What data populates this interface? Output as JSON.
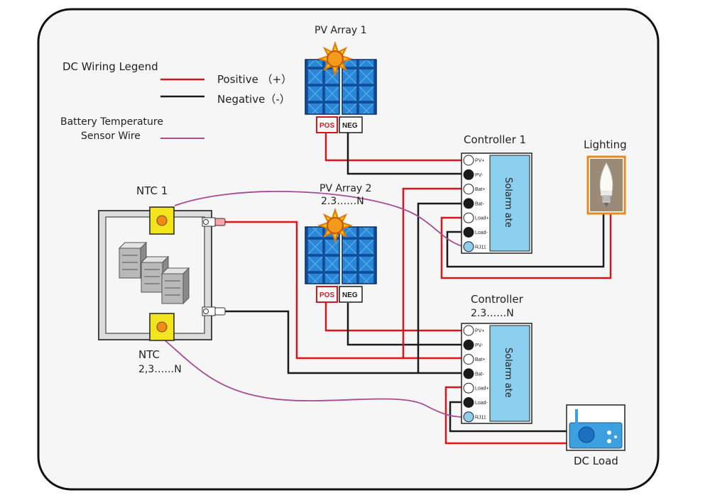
{
  "legend": {
    "title": "DC Wiring Legend",
    "positive": "Positive （+）",
    "negative": "Negative（-）",
    "sensor_line1": "Battery Temperature",
    "sensor_line2": "Sensor Wire"
  },
  "pv_array_1": {
    "title": "PV Array 1",
    "pos": "POS",
    "neg": "NEG"
  },
  "pv_array_2": {
    "title_line1": "PV Array 2",
    "title_line2": "2.3……N",
    "pos": "POS",
    "neg": "NEG"
  },
  "controller_1": {
    "title": "Controller 1",
    "display": "Solarm ate",
    "terminals": [
      "PV+",
      "PV-",
      "Bat+",
      "Bat-",
      "Load+",
      "Load-",
      "RJ11"
    ]
  },
  "controller_n": {
    "title_line1": "Controller",
    "title_line2": "2.3……N",
    "display": "Solarm ate",
    "terminals": [
      "PV+",
      "PV-",
      "Bat+",
      "Bat-",
      "Load+",
      "Load-",
      "RJ11"
    ]
  },
  "lighting": {
    "label": "Lighting"
  },
  "dc_load": {
    "label": "DC Load"
  },
  "ntc_1": {
    "label": "NTC 1"
  },
  "ntc_n": {
    "label_line1": "NTC",
    "label_line2": "2,3……N"
  },
  "colors": {
    "positive": "#d9151c",
    "negative": "#1a1a1a",
    "sensor": "#a54a93",
    "panel": "#1f6fbf",
    "controller": "#8ccfef",
    "lamp_frame": "#e68a1f",
    "ntc": "#f3e51b"
  }
}
